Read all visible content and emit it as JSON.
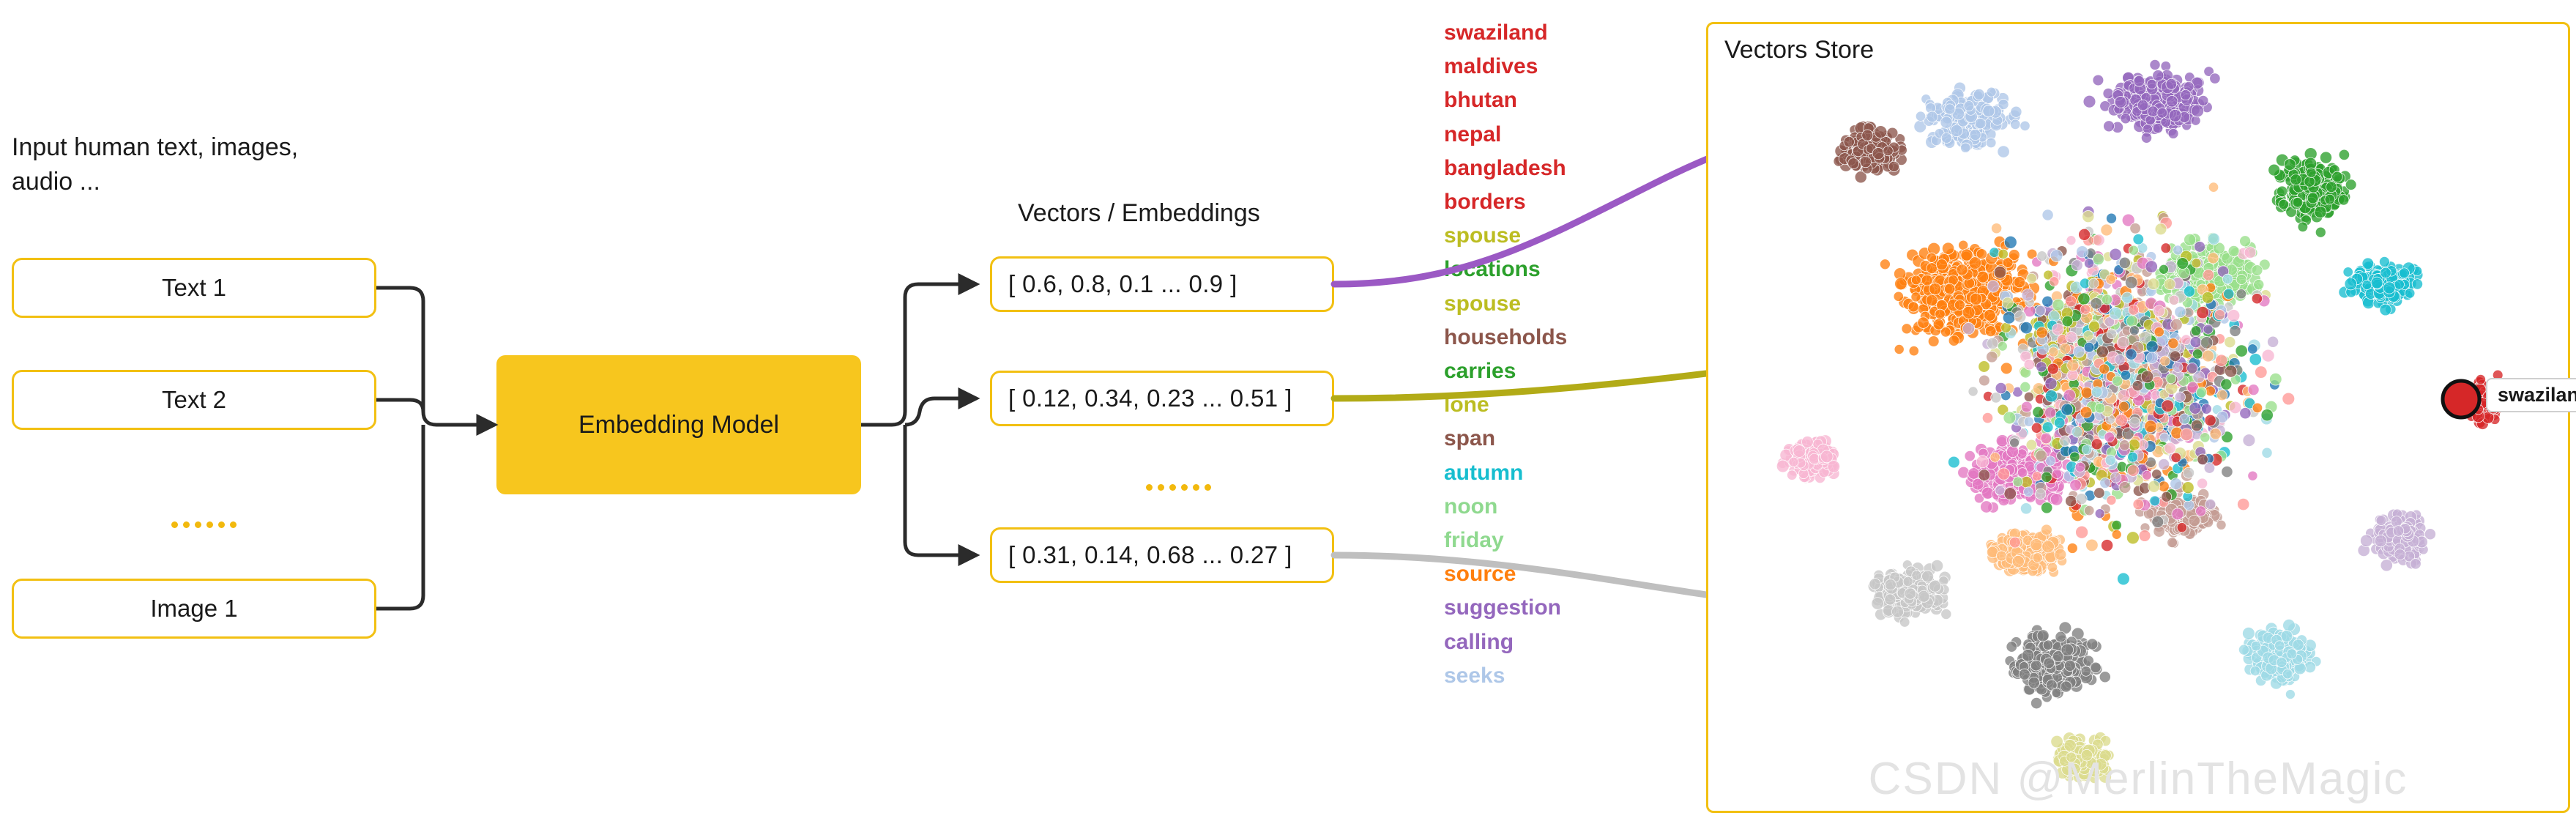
{
  "figure": {
    "input_caption": "Input human text, images,\naudio ...",
    "vectors_title": "Vectors / Embeddings",
    "store_title": "Vectors Store",
    "watermark": "CSDN @MerlinTheMagic"
  },
  "inputs": {
    "items": [
      {
        "label": "Text 1"
      },
      {
        "label": "Text 2"
      },
      {
        "label": "Image 1"
      }
    ],
    "ellipsis": "......"
  },
  "model": {
    "label": "Embedding Model"
  },
  "vectors": {
    "items": [
      {
        "value": "[ 0.6, 0.8, 0.1 ... 0.9 ]",
        "connector_color": "#9b59c4"
      },
      {
        "value": "[ 0.12, 0.34, 0.23 ... 0.51 ]",
        "connector_color": "#b2ab17"
      },
      {
        "value": "[ 0.31, 0.14, 0.68 ... 0.27 ]",
        "connector_color": "#bfbfbf"
      }
    ],
    "ellipsis": "......"
  },
  "word_list": [
    {
      "text": "swaziland",
      "color": "#d62728"
    },
    {
      "text": "maldives",
      "color": "#d62728"
    },
    {
      "text": "bhutan",
      "color": "#d62728"
    },
    {
      "text": "nepal",
      "color": "#d62728"
    },
    {
      "text": "bangladesh",
      "color": "#d62728"
    },
    {
      "text": "borders",
      "color": "#d62728"
    },
    {
      "text": "spouse",
      "color": "#bcbd22"
    },
    {
      "text": "locations",
      "color": "#2ca02c"
    },
    {
      "text": "spouse",
      "color": "#bcbd22"
    },
    {
      "text": "households",
      "color": "#8c564b"
    },
    {
      "text": "carries",
      "color": "#2ca02c"
    },
    {
      "text": "lone",
      "color": "#bcbd22"
    },
    {
      "text": "span",
      "color": "#8c564b"
    },
    {
      "text": "autumn",
      "color": "#17becf"
    },
    {
      "text": "noon",
      "color": "#8fd98f"
    },
    {
      "text": "friday",
      "color": "#8fd98f"
    },
    {
      "text": "source",
      "color": "#ff7f0e"
    },
    {
      "text": "suggestion",
      "color": "#9467bd"
    },
    {
      "text": "calling",
      "color": "#9467bd"
    },
    {
      "text": "seeks",
      "color": "#aec7e8"
    }
  ],
  "store": {
    "highlight_label": "swaziland",
    "highlight_color": "#d62728"
  },
  "colors": {
    "accent_yellow": "#f2c012",
    "model_fill": "#f7c61e",
    "arrow_dark": "#2b2b2b"
  },
  "chart_data": {
    "type": "scatter",
    "title": "Vectors Store",
    "xlabel": "",
    "ylabel": "",
    "annotations": [
      "swaziland"
    ],
    "note": "t-SNE style 2D projection of word embeddings, ~7000 colored points in clusters",
    "clusters": [
      {
        "name": "light-blue-top",
        "color": "#aec7e8",
        "cx": 0.3,
        "cy": 0.12,
        "rx": 0.09,
        "ry": 0.07,
        "n": 220
      },
      {
        "name": "brown-upper-left",
        "color": "#8c564b",
        "cx": 0.19,
        "cy": 0.16,
        "rx": 0.07,
        "ry": 0.06,
        "n": 150
      },
      {
        "name": "purple-top",
        "color": "#9467bd",
        "cx": 0.52,
        "cy": 0.1,
        "rx": 0.11,
        "ry": 0.08,
        "n": 260
      },
      {
        "name": "green-right-top",
        "color": "#2ca02c",
        "cx": 0.7,
        "cy": 0.21,
        "rx": 0.08,
        "ry": 0.08,
        "n": 200
      },
      {
        "name": "orange-midleft",
        "color": "#ff7f0e",
        "cx": 0.3,
        "cy": 0.34,
        "rx": 0.13,
        "ry": 0.11,
        "n": 520
      },
      {
        "name": "lightgreen-mid",
        "color": "#98df8a",
        "cx": 0.58,
        "cy": 0.32,
        "rx": 0.11,
        "ry": 0.08,
        "n": 330
      },
      {
        "name": "olive-center",
        "color": "#bcbd22",
        "cx": 0.44,
        "cy": 0.4,
        "rx": 0.1,
        "ry": 0.08,
        "n": 380
      },
      {
        "name": "cyan-right",
        "color": "#17becf",
        "cx": 0.78,
        "cy": 0.33,
        "rx": 0.07,
        "ry": 0.05,
        "n": 170
      },
      {
        "name": "blue-center",
        "color": "#1f77b4",
        "cx": 0.55,
        "cy": 0.5,
        "rx": 0.05,
        "ry": 0.04,
        "n": 120
      },
      {
        "name": "pink-lower",
        "color": "#e377c2",
        "cx": 0.36,
        "cy": 0.57,
        "rx": 0.1,
        "ry": 0.07,
        "n": 330
      },
      {
        "name": "lightpink-left",
        "color": "#f7b6d2",
        "cx": 0.12,
        "cy": 0.55,
        "rx": 0.06,
        "ry": 0.05,
        "n": 150
      },
      {
        "name": "tan-lowmid",
        "color": "#c49c94",
        "cx": 0.55,
        "cy": 0.62,
        "rx": 0.08,
        "ry": 0.05,
        "n": 180
      },
      {
        "name": "lightorange-low",
        "color": "#ffbb78",
        "cx": 0.37,
        "cy": 0.67,
        "rx": 0.08,
        "ry": 0.05,
        "n": 190
      },
      {
        "name": "lavender-right",
        "color": "#c5b0d5",
        "cx": 0.8,
        "cy": 0.65,
        "rx": 0.06,
        "ry": 0.06,
        "n": 170
      },
      {
        "name": "lightgray-low",
        "color": "#c7c7c7",
        "cx": 0.23,
        "cy": 0.72,
        "rx": 0.08,
        "ry": 0.06,
        "n": 260
      },
      {
        "name": "darkgray-bottom",
        "color": "#7f7f7f",
        "cx": 0.4,
        "cy": 0.81,
        "rx": 0.09,
        "ry": 0.07,
        "n": 340
      },
      {
        "name": "skyblue-bottom",
        "color": "#9edae5",
        "cx": 0.66,
        "cy": 0.8,
        "rx": 0.07,
        "ry": 0.06,
        "n": 250
      },
      {
        "name": "yellow-bottom",
        "color": "#dbdb8d",
        "cx": 0.43,
        "cy": 0.93,
        "rx": 0.06,
        "ry": 0.05,
        "n": 170
      },
      {
        "name": "red-right-outlier",
        "color": "#d62728",
        "cx": 0.9,
        "cy": 0.48,
        "rx": 0.04,
        "ry": 0.05,
        "n": 140
      },
      {
        "name": "mixed-halo",
        "color": "mixed",
        "cx": 0.48,
        "cy": 0.45,
        "rx": 0.3,
        "ry": 0.34,
        "n": 1500
      }
    ]
  }
}
